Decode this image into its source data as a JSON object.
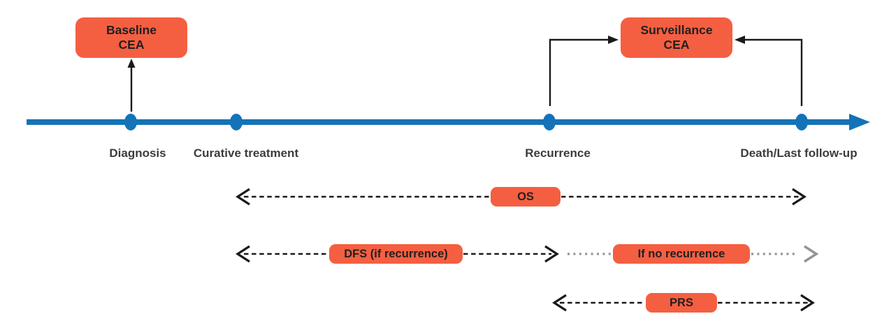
{
  "colors": {
    "accent": "#F55F41",
    "timeline_blue": "#1473B8",
    "arrow_black": "#1A1A1A",
    "dotted_gray": "#949494",
    "label_text": "#3C3C3C",
    "box_text": "#221F20"
  },
  "timeline": {
    "events": [
      {
        "label": "Diagnosis"
      },
      {
        "label": "Curative treatment"
      },
      {
        "label": "Recurrence"
      },
      {
        "label": "Death/Last follow-up"
      }
    ]
  },
  "callouts": {
    "baseline": {
      "line1": "Baseline",
      "line2": "CEA"
    },
    "surveillance": {
      "line1": "Surveillance",
      "line2": "CEA"
    }
  },
  "intervals": {
    "os": {
      "label": "OS"
    },
    "dfs": {
      "label": "DFS (if recurrence)"
    },
    "no_recurrence": {
      "label": "If no recurrence"
    },
    "prs": {
      "label": "PRS"
    }
  }
}
